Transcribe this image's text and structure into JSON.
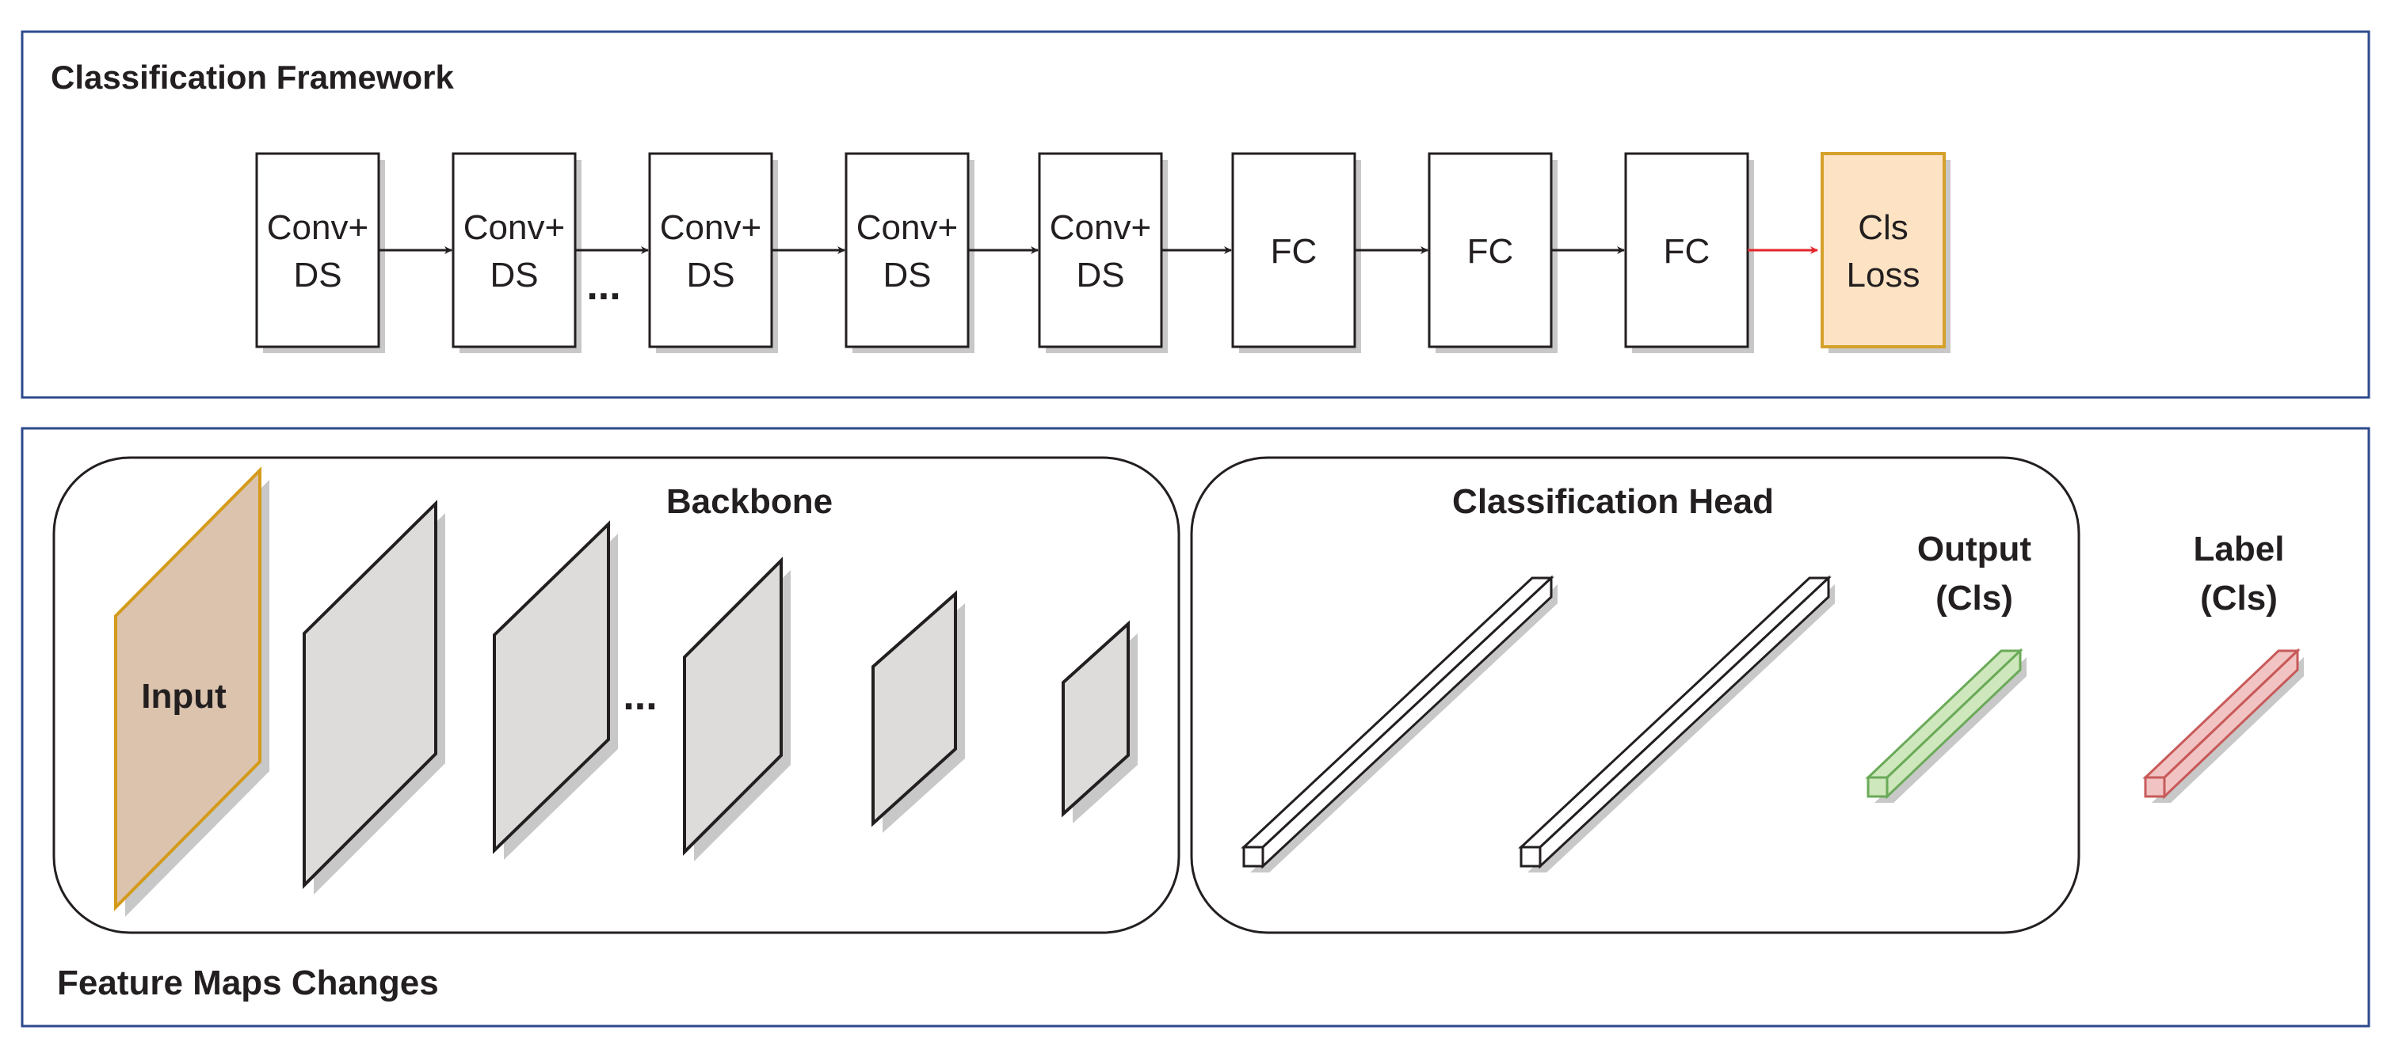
{
  "framework": {
    "title": "Classification Framework",
    "blocks": [
      {
        "line1": "Conv+",
        "line2": "DS"
      },
      {
        "line1": "Conv+",
        "line2": "DS"
      },
      {
        "line1": "Conv+",
        "line2": "DS"
      },
      {
        "line1": "Conv+",
        "line2": "DS"
      },
      {
        "line1": "Conv+",
        "line2": "DS"
      },
      {
        "line1": "FC",
        "line2": ""
      },
      {
        "line1": "FC",
        "line2": ""
      },
      {
        "line1": "FC",
        "line2": ""
      }
    ],
    "ellipsis": "...",
    "loss": {
      "line1": "Cls",
      "line2": "Loss"
    }
  },
  "feature_maps": {
    "title": "Feature Maps Changes",
    "backbone_title": "Backbone",
    "input_label": "Input",
    "ellipsis": "...",
    "head_title": "Classification Head",
    "output_label_line1": "Output",
    "output_label_line2": "(Cls)",
    "label_line1": "Label",
    "label_line2": "(Cls)"
  },
  "colors": {
    "panel_border": "#2e4a8c",
    "line": "#231f20",
    "loss_fill": "#fde3c3",
    "loss_border": "#d4a12a",
    "red_arrow": "#e3262b",
    "input_fill": "#dcc3ad",
    "input_border": "#d49a1a",
    "map_fill": "#dedcdb",
    "shadow": "#c8c8c8",
    "output_fill": "#cfe7bd",
    "output_border": "#6aaa58",
    "label_fill": "#f2c3c3",
    "label_border": "#c85a5a"
  }
}
